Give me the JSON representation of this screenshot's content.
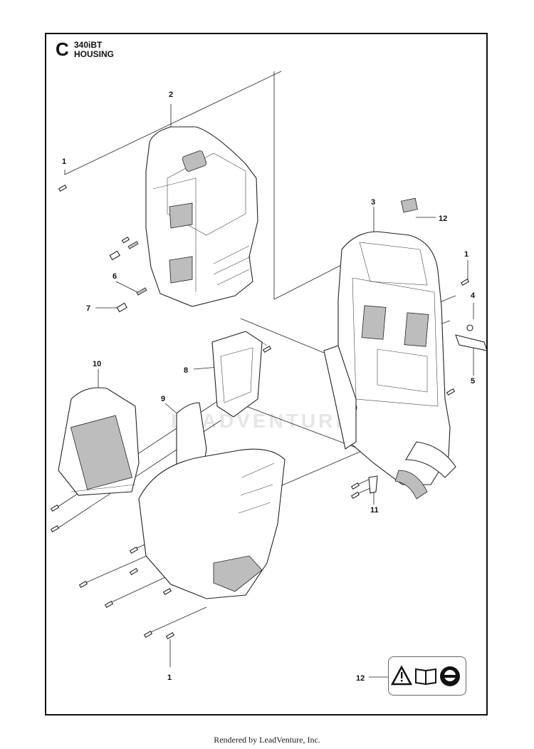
{
  "header": {
    "section_letter": "C",
    "model": "340iBT",
    "title": "HOUSING"
  },
  "callouts": [
    {
      "id": "c1a",
      "label": "1"
    },
    {
      "id": "c2",
      "label": "2"
    },
    {
      "id": "c3",
      "label": "3"
    },
    {
      "id": "c12a",
      "label": "12"
    },
    {
      "id": "c1b",
      "label": "1"
    },
    {
      "id": "c4",
      "label": "4"
    },
    {
      "id": "c5",
      "label": "5"
    },
    {
      "id": "c6",
      "label": "6"
    },
    {
      "id": "c7",
      "label": "7"
    },
    {
      "id": "c8",
      "label": "8"
    },
    {
      "id": "c9",
      "label": "9"
    },
    {
      "id": "c10",
      "label": "10"
    },
    {
      "id": "c11",
      "label": "11"
    },
    {
      "id": "c1c",
      "label": "1"
    },
    {
      "id": "c12b",
      "label": "12"
    }
  ],
  "warning_icons": [
    "warning-triangle-icon",
    "manual-book-icon",
    "eye-ear-protection-icon"
  ],
  "watermark": "LEADVENTURE",
  "footer": "Rendered by LeadVenture, Inc."
}
